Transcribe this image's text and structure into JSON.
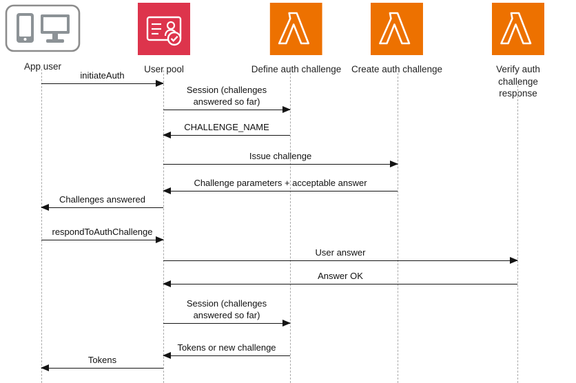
{
  "actors": [
    {
      "name": "App user",
      "icon": "devices-icon"
    },
    {
      "name": "User pool",
      "icon": "user-pool-icon"
    },
    {
      "name": "Define auth challenge",
      "icon": "lambda-icon"
    },
    {
      "name": "Create auth challenge",
      "icon": "lambda-icon"
    },
    {
      "name": "Verify auth challenge response",
      "icon": "lambda-icon"
    }
  ],
  "colors": {
    "lambda_orange": "#ED7100",
    "user_pool_red": "#DD344C",
    "device_gray": "#8C9296",
    "message_line": "#141414",
    "lifeline_gray": "#A9A9A9"
  },
  "messages": [
    {
      "label": "initiateAuth",
      "from": "App user",
      "to": "User pool",
      "direction": "right"
    },
    {
      "label": "Session (challenges answered so far)",
      "from": "User pool",
      "to": "Define auth challenge",
      "direction": "right"
    },
    {
      "label": "CHALLENGE_NAME",
      "from": "Define auth challenge",
      "to": "User pool",
      "direction": "left"
    },
    {
      "label": "Issue challenge",
      "from": "User pool",
      "to": "Create auth challenge",
      "direction": "right"
    },
    {
      "label": "Challenge parameters + acceptable answer",
      "from": "Create auth challenge",
      "to": "User pool",
      "direction": "left"
    },
    {
      "label": "Challenges answered",
      "from": "User pool",
      "to": "App user",
      "direction": "left"
    },
    {
      "label": "respondToAuthChallenge",
      "from": "App user",
      "to": "User pool",
      "direction": "right"
    },
    {
      "label": "User answer",
      "from": "User pool",
      "to": "Verify auth challenge response",
      "direction": "right"
    },
    {
      "label": "Answer OK",
      "from": "Verify auth challenge response",
      "to": "User pool",
      "direction": "left"
    },
    {
      "label": "Session (challenges answered so far)",
      "from": "User pool",
      "to": "Define auth challenge",
      "direction": "right"
    },
    {
      "label": "Tokens or new challenge",
      "from": "Define auth challenge",
      "to": "User pool",
      "direction": "left"
    },
    {
      "label": "Tokens",
      "from": "User pool",
      "to": "App user",
      "direction": "left"
    }
  ]
}
